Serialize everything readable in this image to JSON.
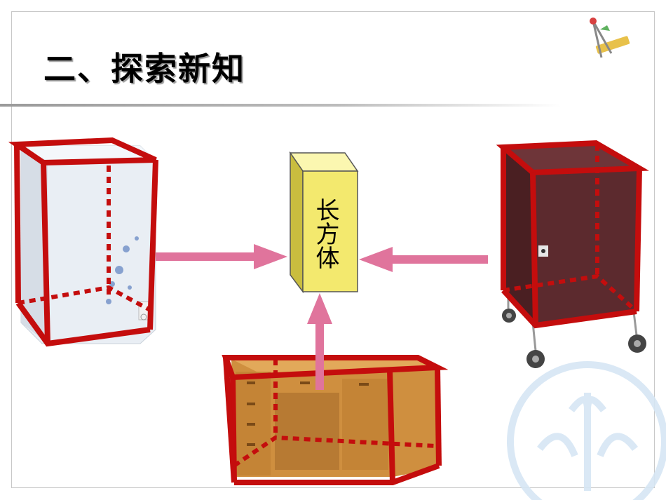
{
  "slide": {
    "title": "二、探索新知",
    "center_label": "长方体"
  },
  "objects": {
    "left": "freezer",
    "right": "cabinet-on-wheels",
    "bottom": "wooden-desk"
  },
  "colors": {
    "edge": "#c40d0d",
    "arrow": "#e0749c",
    "cube_front": "#f3e96e",
    "cube_top": "#fbf7b0",
    "cube_side": "#c9bd3f",
    "cabinet": "#5c2a2e",
    "wood": "#cf8f3f"
  }
}
